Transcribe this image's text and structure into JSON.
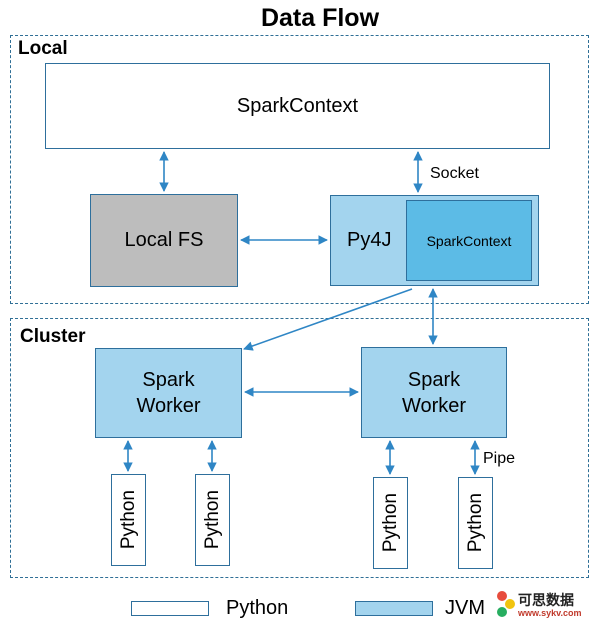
{
  "title": "Data Flow",
  "regions": {
    "local": "Local",
    "cluster": "Cluster"
  },
  "nodes": {
    "spark_context": "SparkContext",
    "local_fs": "Local FS",
    "py4j": "Py4J",
    "spark_context_jvm": "SparkContext",
    "spark_worker_left": "Spark\nWorker",
    "spark_worker_right": "Spark\nWorker",
    "python_1": "Python",
    "python_2": "Python",
    "python_3": "Python",
    "python_4": "Python"
  },
  "labels": {
    "socket": "Socket",
    "pipe": "Pipe"
  },
  "legend": {
    "python": "Python",
    "jvm": "JVM"
  },
  "colors": {
    "border": "#2e6f9c",
    "arrow": "#2f86c5",
    "jvm": "#a3d4ee",
    "jvm_dark": "#5cbbe6",
    "local_fs": "#bdbdbd"
  },
  "watermark": {
    "text": "可思数据",
    "url": "www.sykv.com"
  }
}
